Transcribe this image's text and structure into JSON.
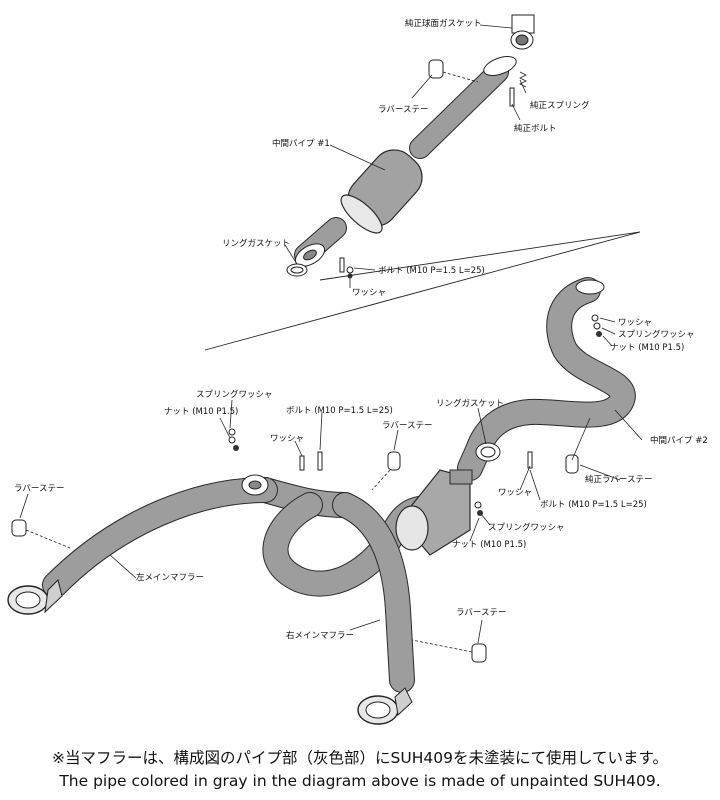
{
  "labels": {
    "genuine_ball_gasket": "純正球面ガスケット",
    "genuine_spring": "純正スプリング",
    "genuine_bolt": "純正ボルト",
    "rubber_stay_top": "ラバーステー",
    "center_pipe_1": "中間パイプ #1",
    "ring_gasket_top": "リングガスケット",
    "bolt_top": "ボルト (M10 P=1.5 L=25)",
    "washer_top": "ワッシャ",
    "washer_r1": "ワッシャ",
    "spring_washer_r1": "スプリングワッシャ",
    "nut_r1": "ナット (M10 P1.5)",
    "center_pipe_2": "中間パイプ #2",
    "genuine_rubber_stay": "純正ラバーステー",
    "spring_washer_l": "スプリングワッシャ",
    "nut_l": "ナット (M10 P1.5)",
    "bolt_mid": "ボルト (M10 P=1.5 L=25)",
    "washer_mid": "ワッシャ",
    "rubber_stay_mid": "ラバーステー",
    "ring_gasket_mid": "リングガスケット",
    "washer_r2": "ワッシャ",
    "bolt_r2": "ボルト (M10 P=1.5 L=25)",
    "spring_washer_r2": "スプリングワッシャ",
    "nut_r2": "ナット (M10 P1.5)",
    "rubber_stay_left": "ラバーステー",
    "left_main_muffler": "左メインマフラー",
    "right_main_muffler": "右メインマフラー",
    "rubber_stay_right": "ラバーステー"
  },
  "footer": {
    "note_ja": "※当マフラーは、構成図のパイプ部（灰色部）にSUH409を未塗装にて使用しています。",
    "note_en": "The pipe colored in gray in the diagram above is made of unpainted SUH409."
  }
}
